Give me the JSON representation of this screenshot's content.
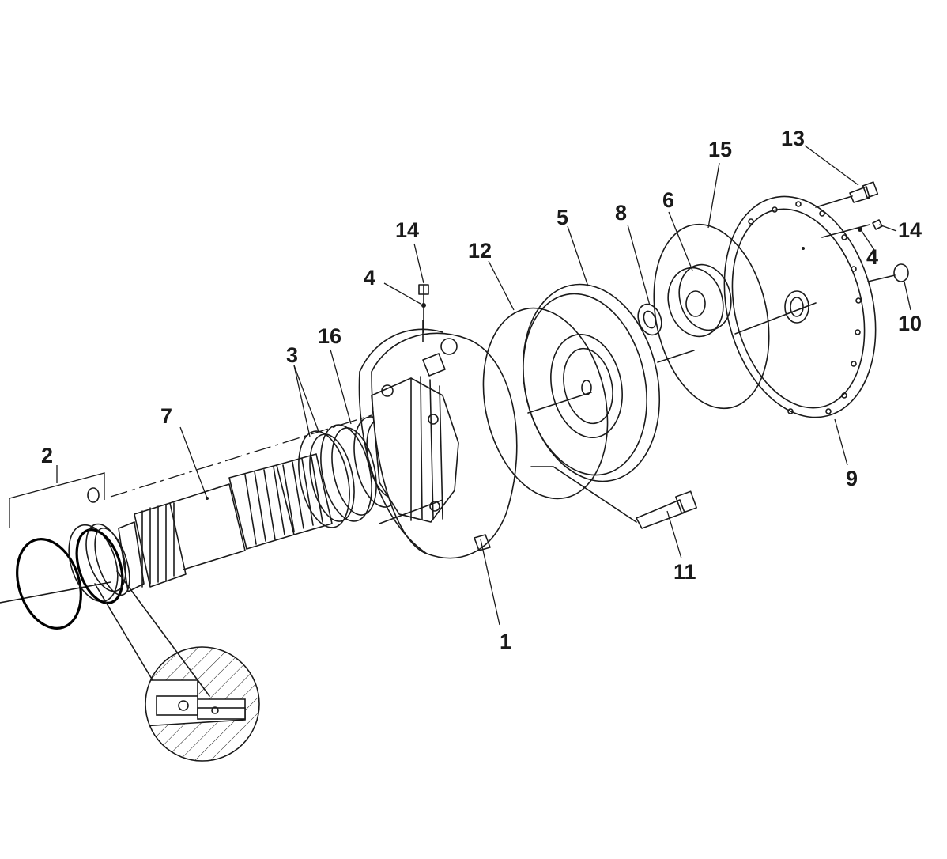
{
  "labels": {
    "l1": "1",
    "l2": "2",
    "l3": "3",
    "l4a": "4",
    "l4b": "4",
    "l5": "5",
    "l6": "6",
    "l7": "7",
    "l8": "8",
    "l9": "9",
    "l10": "10",
    "l11": "11",
    "l12": "12",
    "l13": "13",
    "l14a": "14",
    "l14b": "14",
    "l15": "15",
    "l16": "16"
  }
}
